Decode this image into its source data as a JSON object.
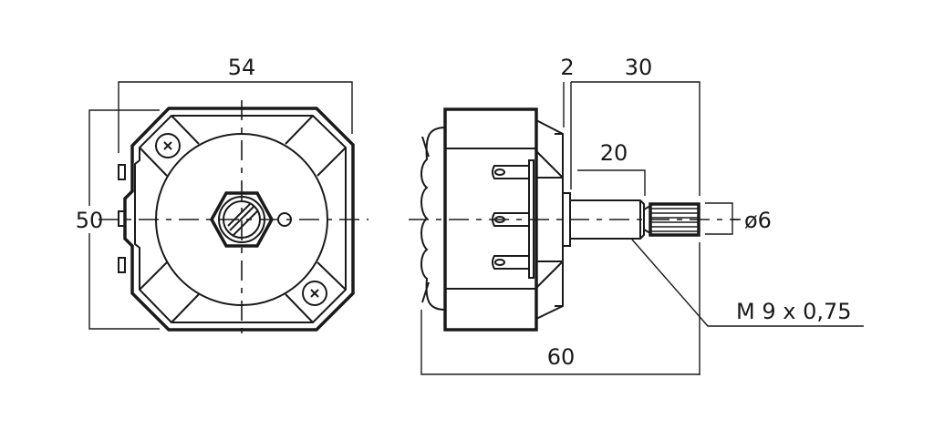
{
  "dimensions": {
    "front_width": "54",
    "front_height": "50",
    "flange": "2",
    "shaft_length": "30",
    "thread_length": "20",
    "shaft_diameter": "ø6",
    "overall_length": "60",
    "thread": "M 9 x 0,75"
  }
}
